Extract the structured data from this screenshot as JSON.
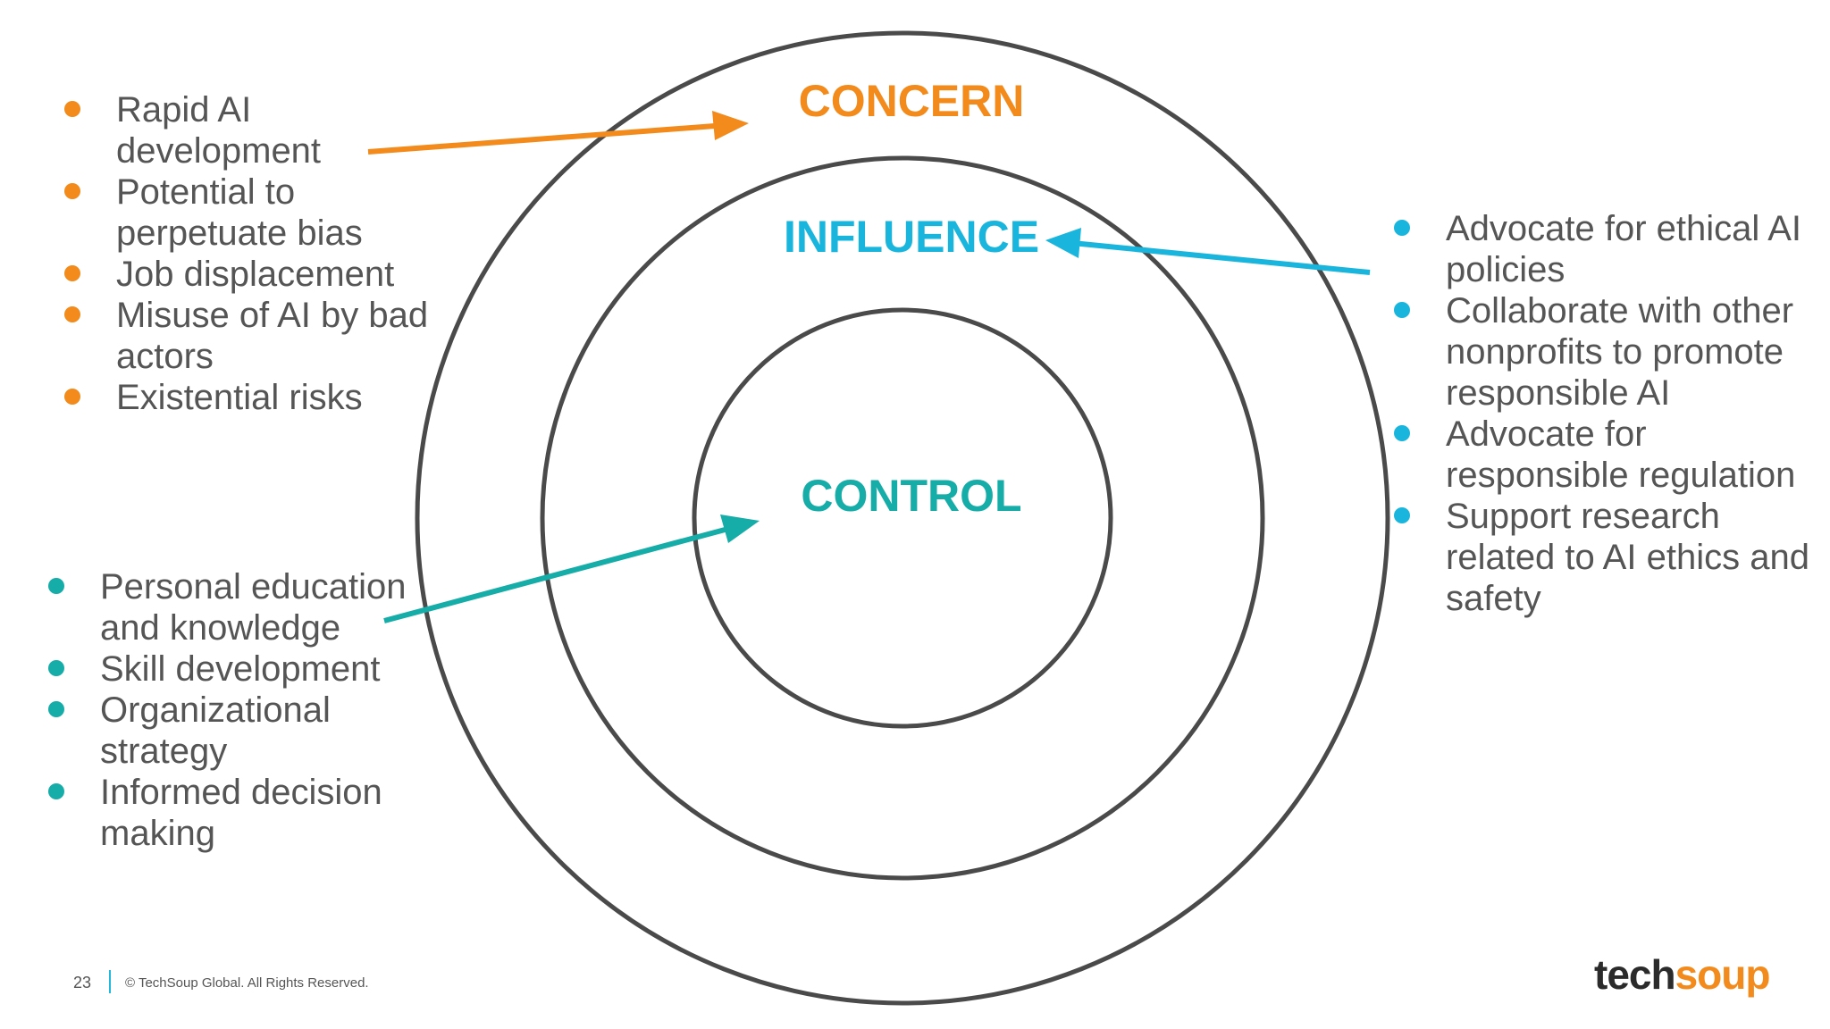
{
  "colors": {
    "concern": "#f28a1c",
    "influence": "#1ab5dc",
    "control": "#16aca8",
    "ring": "#4a4a4a",
    "text": "#555555",
    "logo_dark": "#2b2b2b"
  },
  "rings": {
    "concern": "CONCERN",
    "influence": "INFLUENCE",
    "control": "CONTROL"
  },
  "concern_list": [
    "Rapid AI development",
    "Potential to perpetuate bias",
    "Job displacement",
    "Misuse of AI by bad actors",
    "Existential risks"
  ],
  "influence_list": [
    "Advocate for ethical AI policies",
    "Collaborate with other nonprofits to promote responsible AI",
    "Advocate for responsible regulation",
    "Support research related to AI ethics and safety"
  ],
  "control_list": [
    "Personal education and knowledge",
    "Skill development",
    "Organizational strategy",
    "Informed decision making"
  ],
  "footer": {
    "page_number": "23",
    "copyright": "© TechSoup Global. All Rights Reserved."
  },
  "logo": {
    "part1": "tech",
    "part2": "soup"
  }
}
